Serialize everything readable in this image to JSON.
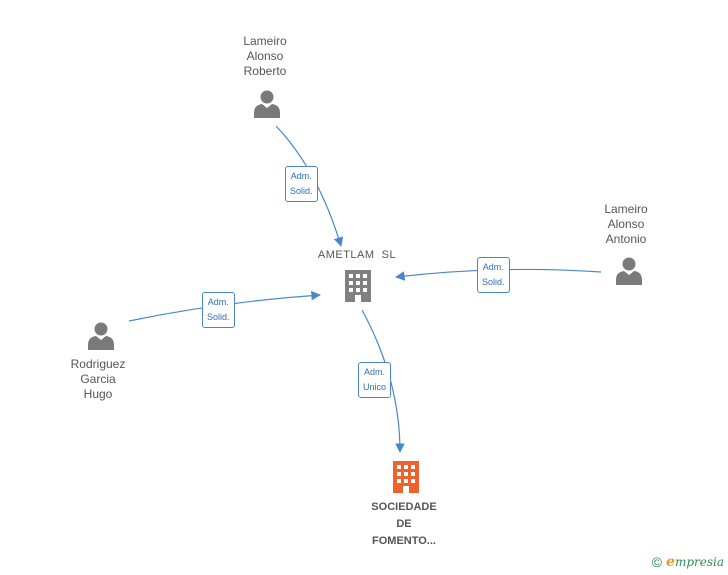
{
  "nodes": {
    "lameiro_roberto": {
      "lines": [
        "Lameiro",
        "Alonso",
        "Roberto"
      ],
      "type": "person"
    },
    "lameiro_antonio": {
      "lines": [
        "Lameiro",
        "Alonso",
        "Antonio"
      ],
      "type": "person"
    },
    "ametlam": {
      "lines": [
        "AMETLAM  SL"
      ],
      "type": "company"
    },
    "rodriguez": {
      "lines": [
        "Rodriguez",
        "Garcia",
        "Hugo"
      ],
      "type": "person"
    },
    "sociedade": {
      "lines": [
        "SOCIEDADE",
        "DE",
        "FOMENTO..."
      ],
      "type": "company-highlight"
    }
  },
  "edges": {
    "roberto_ametlam": {
      "lines": [
        "Adm.",
        "Solid."
      ]
    },
    "antonio_ametlam": {
      "lines": [
        "Adm.",
        "Solid."
      ]
    },
    "rodriguez_ametlam": {
      "lines": [
        "Adm.",
        "Solid."
      ]
    },
    "ametlam_sociedade": {
      "lines": [
        "Adm.",
        "Unico"
      ]
    }
  },
  "colors": {
    "edge": "#4a86cf",
    "person_icon": "#7a7a7a",
    "company_icon": "#808080",
    "company_highlight_icon": "#f0622d",
    "brand_green": "#2f8a52",
    "brand_orange": "#e8962a"
  },
  "footer": {
    "copyright_symbol": "©",
    "brand_initial": "e",
    "brand_rest": "mpresia"
  }
}
